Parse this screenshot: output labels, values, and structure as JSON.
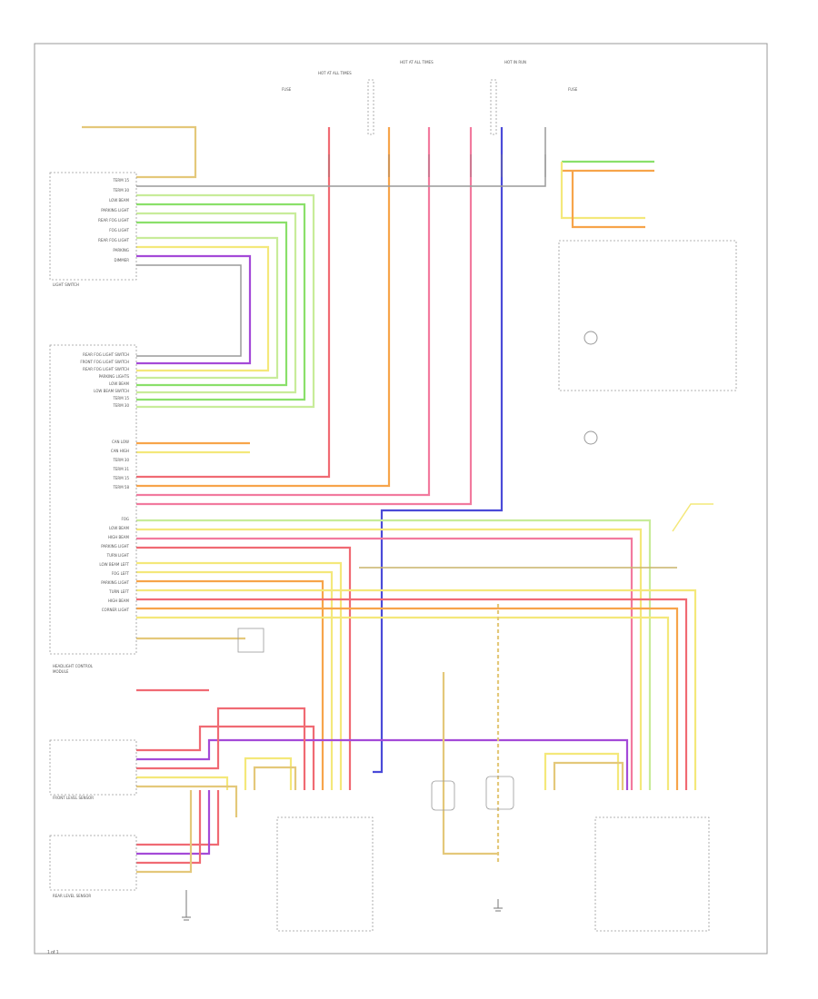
{
  "diagram": {
    "colors": {
      "orange": "#f7a44a",
      "red": "#f06a73",
      "pink": "#f27a9e",
      "blue": "#4a4ad8",
      "purple": "#a44ad8",
      "green": "#8ae06a",
      "lightgreen": "#c8ec9a",
      "yellow": "#f4e87a",
      "tan": "#e4c87a",
      "gray": "#9a9a9a",
      "olive": "#c8b46a",
      "violet": "#c080e0"
    },
    "light_switch_pins": [
      "TERM 15",
      "TERM 30",
      "LOW BEAM",
      "PARKING LIGHT",
      "REAR FOG LIGHT",
      "FOG LIGHT",
      "REAR FOG LIGHT",
      "PARKING",
      "DIMMER"
    ],
    "module_left_pins": [
      "REAR FOG LIGHT SWITCH",
      "FRONT FOG LIGHT SWITCH",
      "REAR FOG LIGHT SWITCH",
      "PARKING LIGHTS",
      "LOW BEAM",
      "LOW BEAM SWITCH",
      "TERM 15",
      "TERM 30"
    ],
    "module_mid_pins": [
      "CAN LOW",
      "CAN HIGH",
      "TERM 30",
      "TERM 31",
      "TERM 15",
      "TERM 58"
    ],
    "module_out_pins": [
      "FOG",
      "LOW BEAM",
      "HIGH BEAM",
      "PARKING LIGHT",
      "TURN LIGHT",
      "LOW BEAM LEFT",
      "FOG LEFT",
      "PARKING LIGHT",
      "TURN LEFT",
      "HIGH BEAM",
      "CORNER LIGHT"
    ],
    "footer": "1 of 1"
  }
}
